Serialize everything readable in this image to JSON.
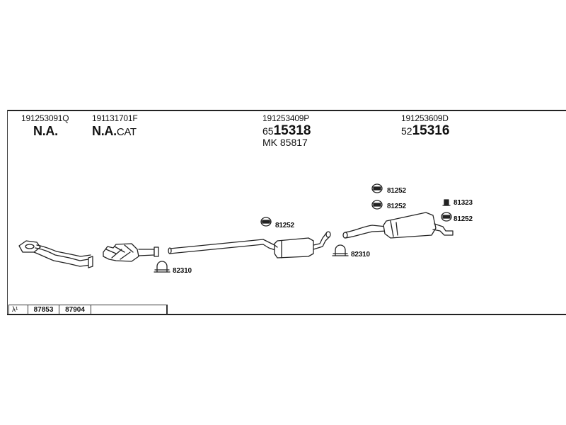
{
  "header": {
    "parts": [
      {
        "number": "191253091Q",
        "name": "N.A."
      },
      {
        "number": "191131701F",
        "name_main": "N.A.",
        "name_suffix": "CAT"
      },
      {
        "number": "191253409P",
        "code_prefix": "65",
        "code_main": "15318",
        "mk": "MK 85817"
      },
      {
        "number": "191253609D",
        "code_prefix": "52",
        "code_main": "15316"
      }
    ]
  },
  "labels": {
    "l1": "81252",
    "l2": "81252",
    "l3": "81252",
    "l4": "81323",
    "l5": "81252",
    "l6": "82310",
    "l7": "82310"
  },
  "legend": {
    "symbol": "λ¹",
    "c1": "87853",
    "c2": "87904",
    "c3": ""
  }
}
